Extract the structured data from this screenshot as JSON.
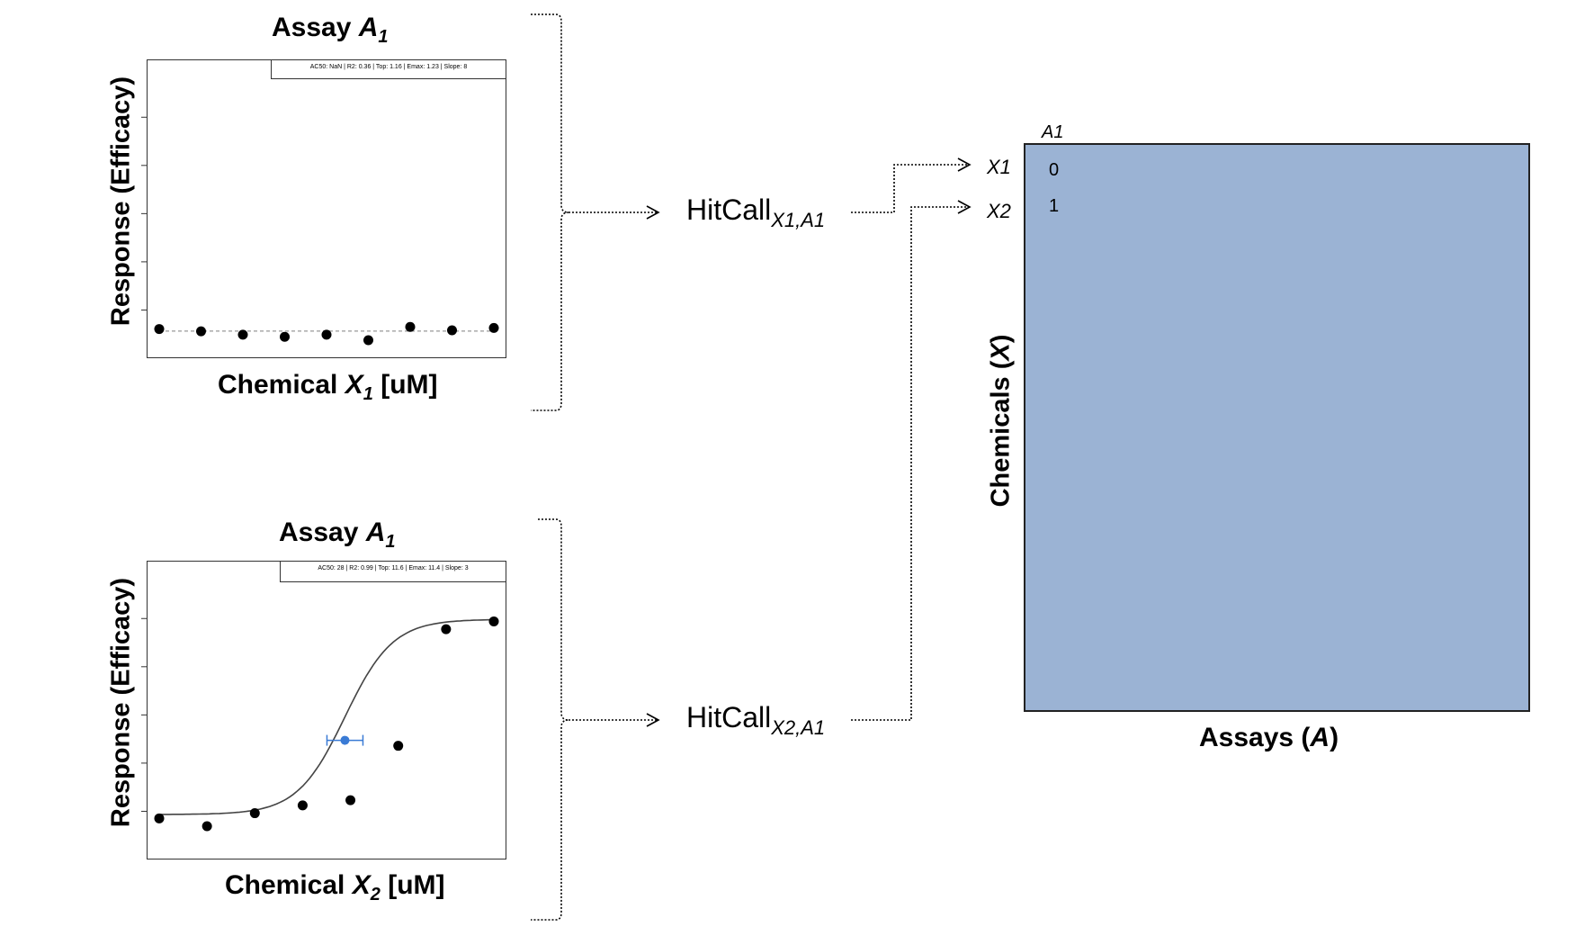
{
  "panels": [
    {
      "title_text": "Assay ",
      "title_var": "A",
      "title_sub": "1",
      "ylabel": "Response (Efficacy)",
      "xlabel_text": "Chemical ",
      "xlabel_var": "X",
      "xlabel_sub": "1",
      "xlabel_unit": " [uM]",
      "stats": "AC50: NaN | R2: 0.36 | Top: 1.16 | Emax: 1.23 | Slope: 8",
      "points": [
        0.064,
        0.055,
        0.042,
        0.034,
        0.042,
        0.021,
        0.072,
        0.059,
        0.068
      ],
      "fit": "flat",
      "flat_level": 0.056
    },
    {
      "title_text": "Assay ",
      "title_var": "A",
      "title_sub": "1",
      "ylabel": "Response (Efficacy)",
      "xlabel_text": "Chemical ",
      "xlabel_var": "X",
      "xlabel_sub": "2",
      "xlabel_unit": " [uM]",
      "stats": "AC50: 28 | R2: 0.99 | Top: 11.6 | Emax: 11.4 | Slope: 3",
      "points": [
        0.11,
        0.08,
        0.13,
        0.16,
        0.18,
        0.39,
        0.84,
        0.87
      ],
      "fit": "sigmoid",
      "ac50_marker": 0.5
    }
  ],
  "hitcalls": [
    {
      "label": "HitCall",
      "sub": "X1,A1"
    },
    {
      "label": "HitCall",
      "sub": "X2,A1"
    }
  ],
  "matrix": {
    "col_label": "A1",
    "rows": [
      {
        "label": "X1",
        "value": "0"
      },
      {
        "label": "X2",
        "value": "1"
      }
    ],
    "ylabel_text": "Chemicals (",
    "ylabel_var": "X",
    "ylabel_end": ")",
    "xlabel_text": "Assays (",
    "xlabel_var": "A",
    "xlabel_end": ")"
  },
  "colors": {
    "matrix_fill": "#9bb3d4",
    "ac50_marker": "#3a7bd5",
    "points": "#000000"
  }
}
